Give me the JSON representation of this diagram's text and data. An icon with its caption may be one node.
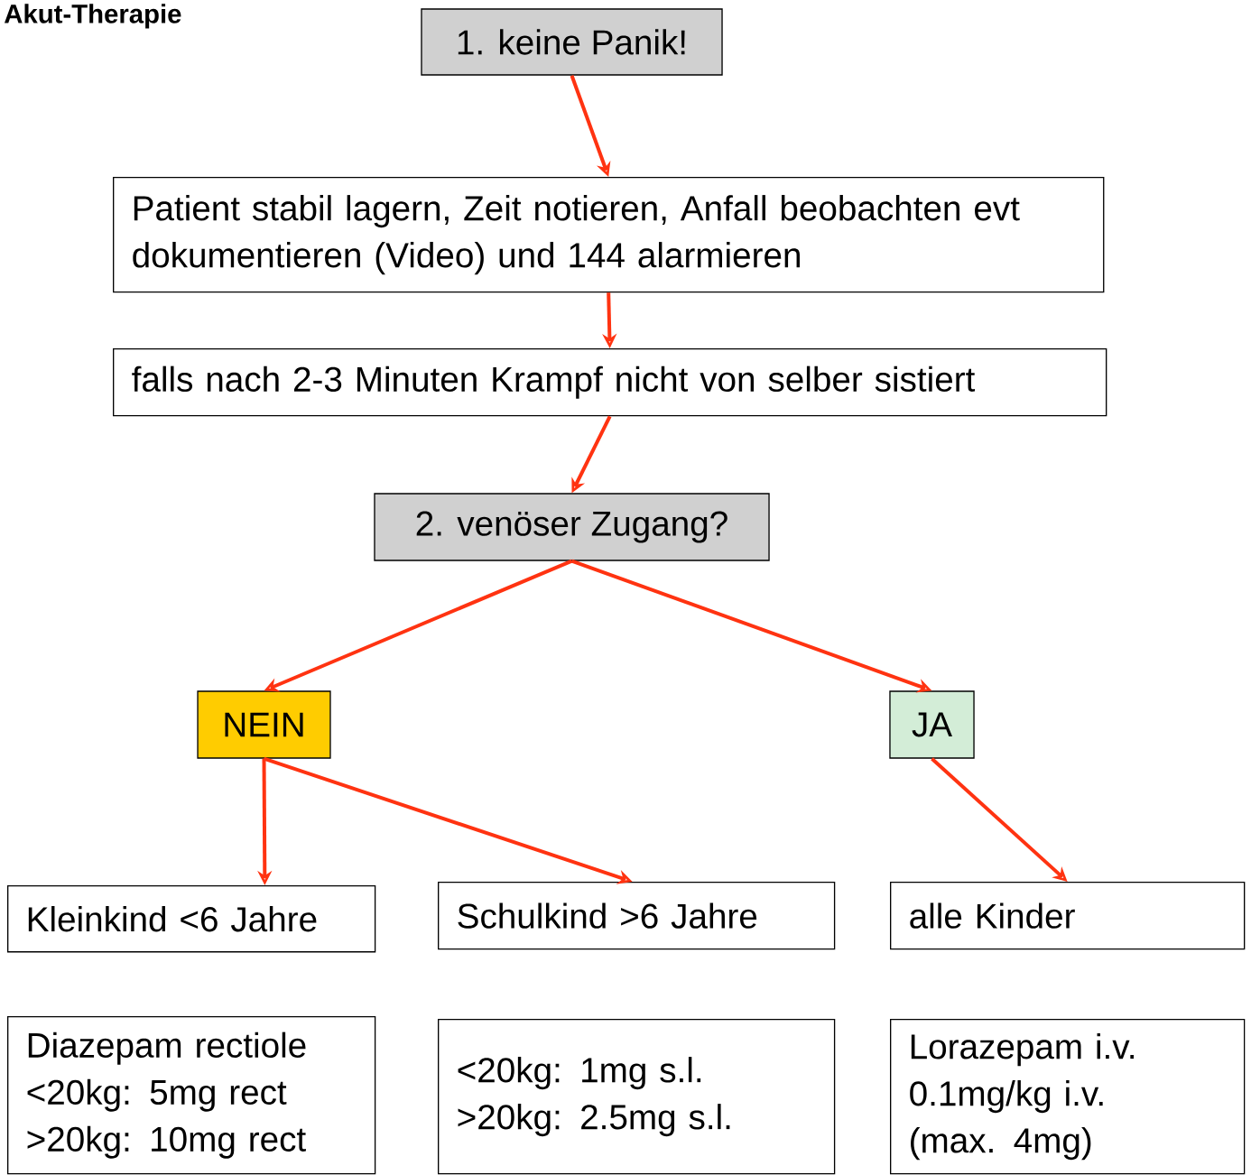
{
  "diagram": {
    "title": "Akut-Therapie",
    "nodes": [
      {
        "text": [
          "1. keine Panik!"
        ]
      },
      {
        "text": [
          "Patient stabil lagern, Zeit notieren, Anfall beobachten evt dokumentieren (Video) und 144 alarmieren"
        ]
      },
      {
        "text": [
          "falls nach 2-3 Minuten Krampf nicht von selber sistiert"
        ]
      },
      {
        "text": [
          "2. venöser Zugang?"
        ]
      },
      {
        "text": [
          "NEIN"
        ]
      },
      {
        "text": [
          "JA"
        ]
      },
      {
        "text": [
          "Kleinkind <6 Jahre"
        ]
      },
      {
        "text": [
          "Schulkind >6 Jahre"
        ]
      },
      {
        "text": [
          "alle Kinder"
        ]
      },
      {
        "text": [
          "Diazepam rectiole",
          "<20kg: 5mg rect",
          ">20kg: 10mg rect"
        ]
      },
      {
        "text": [
          "<20kg: 1mg s.l.",
          ">20kg: 2.5mg s.l."
        ]
      },
      {
        "text": [
          "Lorazepam i.v.",
          "0.1mg/kg i.v.",
          "(max. 4mg)"
        ]
      }
    ],
    "edges": [
      {
        "from": 0,
        "to": 1,
        "arrow": "to"
      },
      {
        "from": 1,
        "to": 2,
        "arrow": "to"
      },
      {
        "from": 2,
        "to": 3,
        "arrow": "to"
      },
      {
        "from": 3,
        "to": 4,
        "arrow": "to"
      },
      {
        "from": 3,
        "to": 5,
        "arrow": "to"
      },
      {
        "from": 4,
        "to": 6,
        "arrow": "to"
      },
      {
        "from": 4,
        "to": 7,
        "arrow": "to"
      },
      {
        "from": 5,
        "to": 8,
        "arrow": "to"
      }
    ]
  }
}
